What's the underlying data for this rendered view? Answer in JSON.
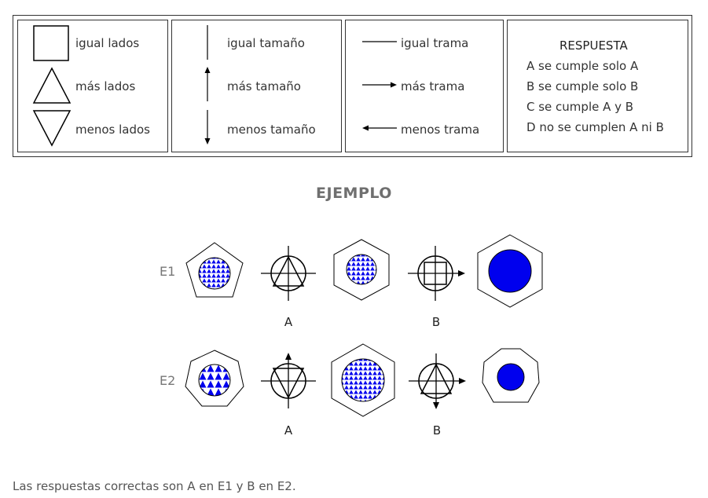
{
  "legend": {
    "sides": {
      "equal": "igual lados",
      "more": "más lados",
      "less": "menos lados"
    },
    "size": {
      "equal": "igual tamaño",
      "more": "más tamaño",
      "less": "menos tamaño"
    },
    "pattern": {
      "equal": "igual trama",
      "more": "más trama",
      "less": "menos trama"
    },
    "answer": {
      "title": "RESPUESTA",
      "a": "A se cumple solo A",
      "b": "B se cumple solo B",
      "c": "C se cumple A y B",
      "d": "D no se cumplen A ni B"
    }
  },
  "example": {
    "title": "EJEMPLO",
    "rows": [
      {
        "label": "E1",
        "a_label": "A",
        "b_label": "B"
      },
      {
        "label": "E2",
        "a_label": "A",
        "b_label": "B"
      }
    ]
  },
  "footer": "Las respuestas correctas son A en E1 y B en E2.",
  "colors": {
    "blue": "#0000ee",
    "stroke": "#000000"
  }
}
